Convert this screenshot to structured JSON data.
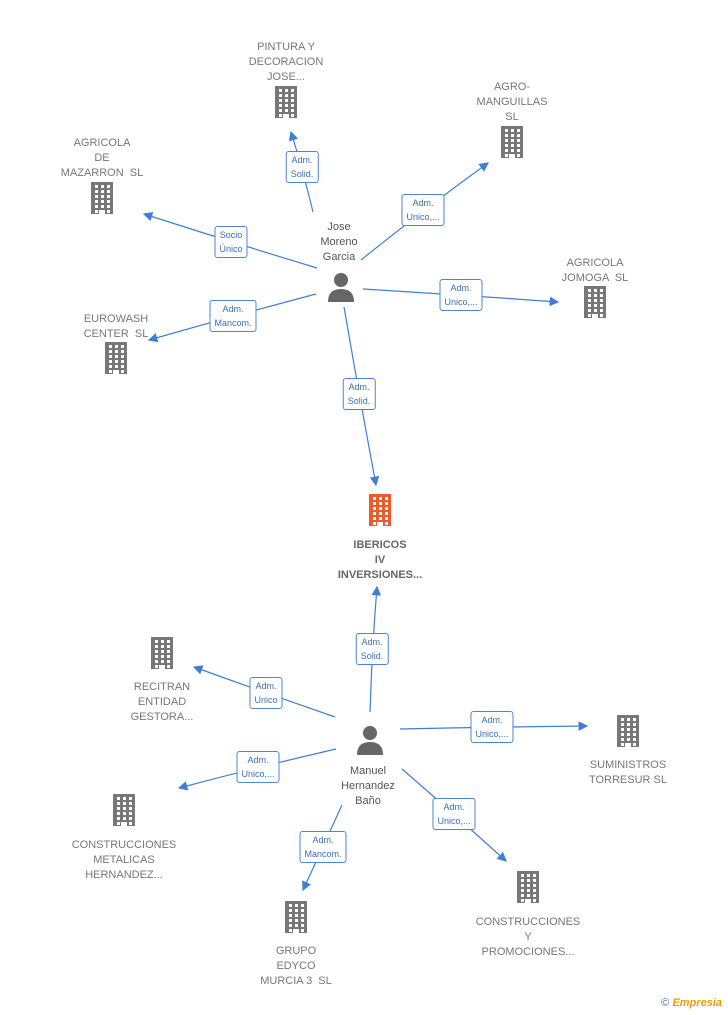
{
  "people": [
    {
      "id": "jose",
      "name": "Jose\nMoreno\nGarcia"
    },
    {
      "id": "manuel",
      "name": "Manuel\nHernandez\nBaño"
    }
  ],
  "companies": [
    {
      "id": "pintura",
      "name": "PINTURA Y\nDECORACION\nJOSE..."
    },
    {
      "id": "agro",
      "name": "AGRO-\nMANGUILLAS\nSL"
    },
    {
      "id": "mazarron",
      "name": "AGRICOLA\nDE\nMAZARRON  SL"
    },
    {
      "id": "jomoga",
      "name": "AGRICOLA\nJOMOGA  SL"
    },
    {
      "id": "eurowash",
      "name": "EUROWASH\nCENTER  SL"
    },
    {
      "id": "ibericos",
      "name": "IBERICOS\nIV\nINVERSIONES...",
      "focus": true
    },
    {
      "id": "recitran",
      "name": "RECITRAN\nENTIDAD\nGESTORA..."
    },
    {
      "id": "suministros",
      "name": "SUMINISTROS\nTORRESUR SL"
    },
    {
      "id": "metalicas",
      "name": "CONSTRUCCIONES\nMETALICAS\nHERNANDEZ..."
    },
    {
      "id": "promociones",
      "name": "CONSTRUCCIONES\nY\nPROMOCIONES..."
    },
    {
      "id": "edyco",
      "name": "GRUPO\nEDYCO\nMURCIA 3  SL"
    }
  ],
  "relations": [
    {
      "from": "jose",
      "to": "pintura",
      "label": "Adm.\nSolid."
    },
    {
      "from": "jose",
      "to": "agro",
      "label": "Adm.\nUnico,..."
    },
    {
      "from": "jose",
      "to": "mazarron",
      "label": "Socio\nÚnico"
    },
    {
      "from": "jose",
      "to": "jomoga",
      "label": "Adm.\nUnico,..."
    },
    {
      "from": "jose",
      "to": "eurowash",
      "label": "Adm.\nMancom."
    },
    {
      "from": "jose",
      "to": "ibericos",
      "label": "Adm.\nSolid."
    },
    {
      "from": "manuel",
      "to": "ibericos",
      "label": "Adm.\nSolid."
    },
    {
      "from": "manuel",
      "to": "recitran",
      "label": "Adm.\nUnico"
    },
    {
      "from": "manuel",
      "to": "suministros",
      "label": "Adm.\nUnico,..."
    },
    {
      "from": "manuel",
      "to": "metalicas",
      "label": "Adm.\nUnico,..."
    },
    {
      "from": "manuel",
      "to": "promociones",
      "label": "Adm.\nUnico,..."
    },
    {
      "from": "manuel",
      "to": "edyco",
      "label": "Adm.\nMancom."
    }
  ],
  "colors": {
    "edge": "#3f7fd3",
    "building": "#777777",
    "focus_building": "#f05a28",
    "person": "#666666"
  },
  "credit": {
    "symbol": "©",
    "brand": "Empresia"
  }
}
